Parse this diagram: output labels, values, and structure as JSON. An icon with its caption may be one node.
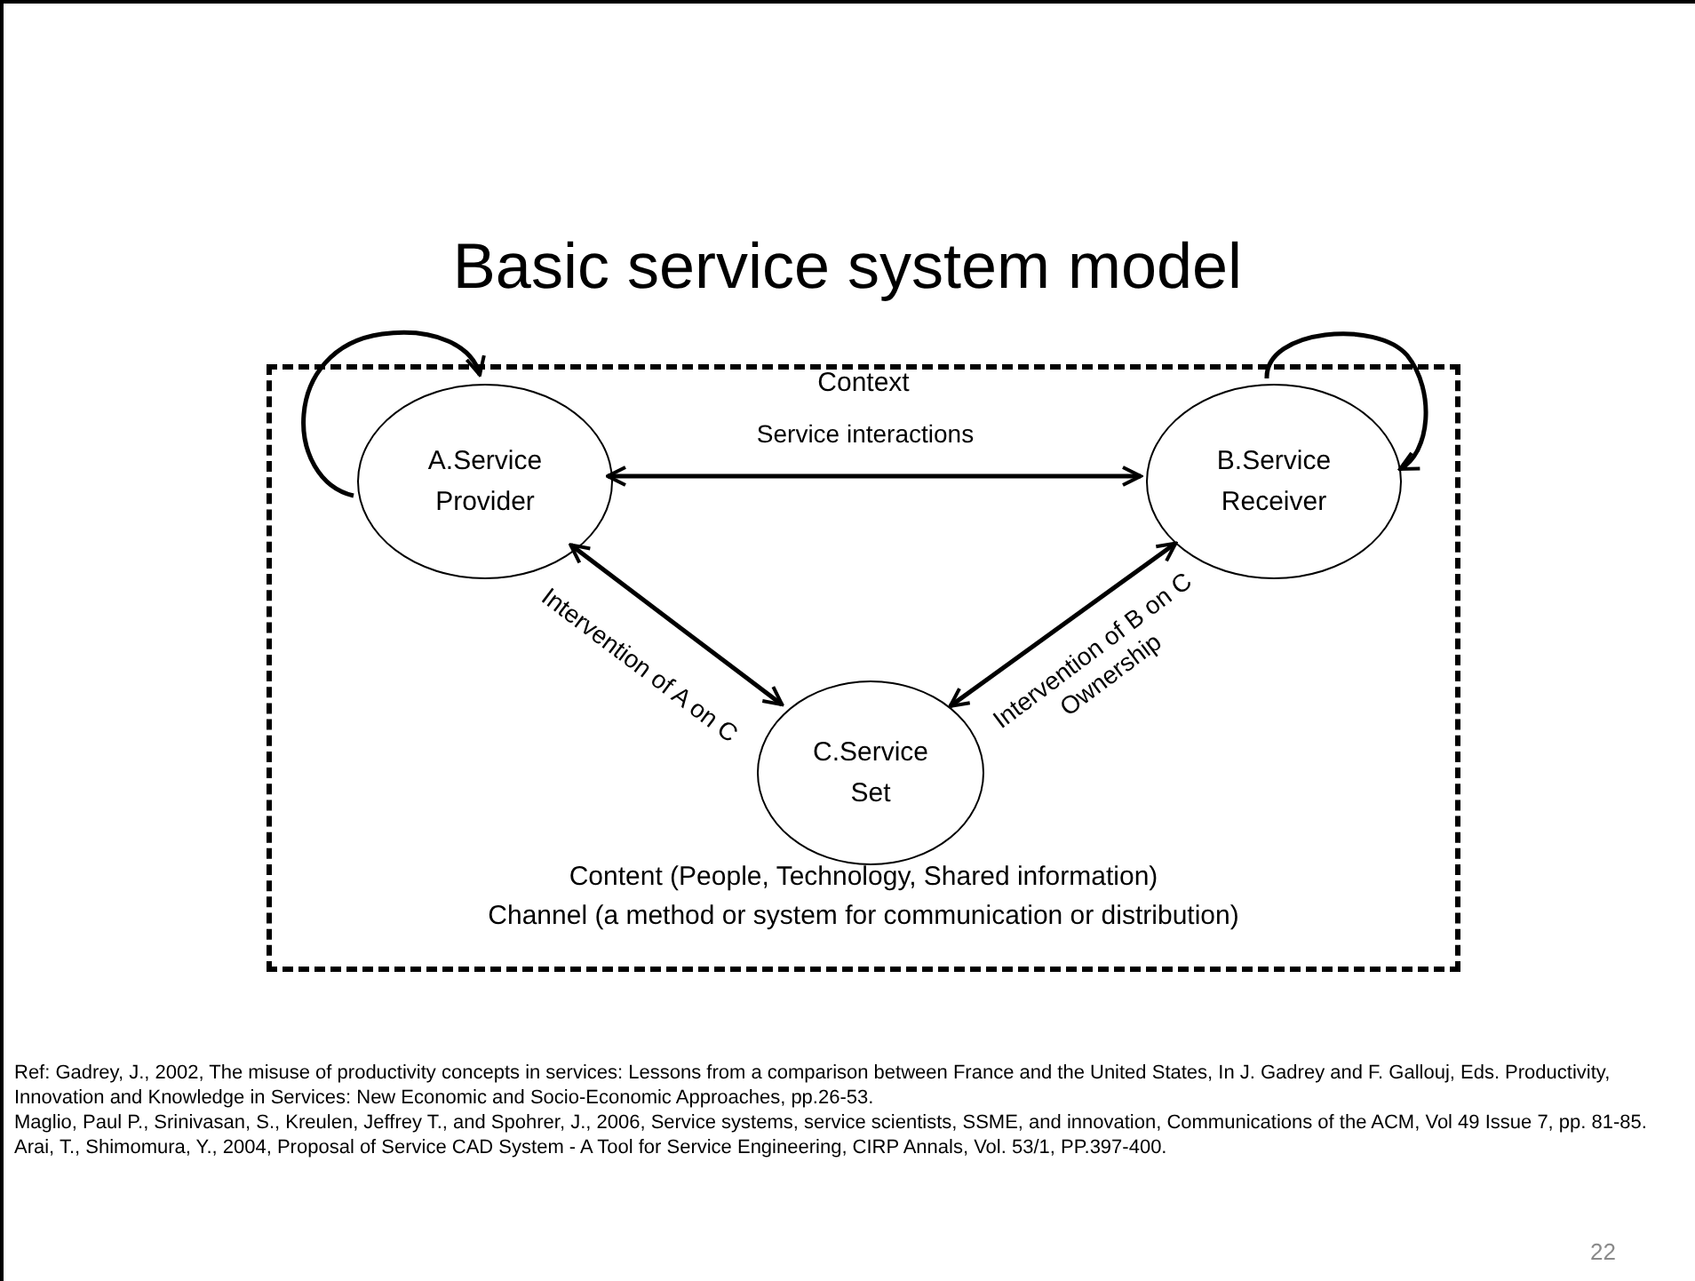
{
  "diagram": {
    "title": "Basic service system model",
    "nodes": [
      {
        "text": [
          "Context",
          "Content (People, Technology, Shared information)",
          "Channel (a method or system for communication or distribution)"
        ]
      },
      {
        "text": [
          "A.Service Provider"
        ],
        "in": 0
      },
      {
        "text": [
          "B.Service Receiver"
        ],
        "in": 0
      },
      {
        "text": [
          "C.Service Set"
        ],
        "in": 0
      }
    ],
    "edges": [
      {
        "from": 1,
        "to": 1,
        "arrow": "to"
      },
      {
        "from": 2,
        "to": 2,
        "arrow": "to"
      },
      {
        "from": 1,
        "to": 2,
        "arrow": "both",
        "label": "Service interactions"
      },
      {
        "from": 1,
        "to": 3,
        "arrow": "both",
        "label": "Intervention of A on C"
      },
      {
        "from": 2,
        "to": 3,
        "arrow": "both",
        "label": "Intervention of B on C Ownership"
      }
    ],
    "labels": [
      "Ref: Gadrey, J., 2002, The misuse of productivity concepts in services: Lessons from a comparison between France and the United States, In J. Gadrey and F. Gallouj, Eds. Productivity, Innovation and Knowledge in Services: New Economic and Socio-Economic Approaches, pp.26-53.",
      "Maglio, Paul P., Srinivasan, S., Kreulen, Jeffrey T., and Spohrer, J., 2006, Service systems, service scientists, SSME, and innovation, Communications of the ACM, Vol 49 Issue 7, pp. 81-85.",
      "Arai, T., Shimomura, Y., 2004, Proposal of Service CAD System - A Tool for Service Engineering, CIRP Annals, Vol. 53/1, PP.397-400.",
      "22"
    ]
  }
}
